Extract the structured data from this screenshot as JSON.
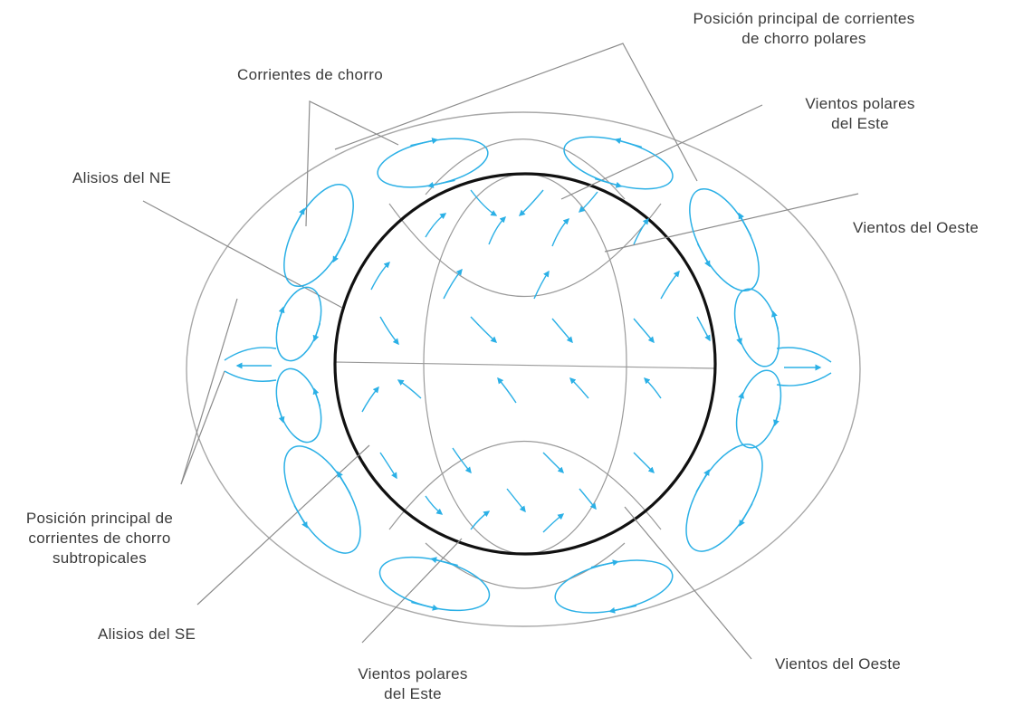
{
  "labels": {
    "polar_jet_main": [
      "Posición principal de corrientes",
      "de chorro polares"
    ],
    "jet_streams": "Corrientes de chorro",
    "polar_easterlies_top": [
      "Vientos polares",
      "del Este"
    ],
    "ne_trades": "Alisios del NE",
    "westerlies_top": "Vientos del Oeste",
    "subtropical_jet_main": [
      "Posición principal de",
      "corrientes de chorro",
      "subtropicales"
    ],
    "se_trades": "Alisios del SE",
    "polar_easterlies_bottom": [
      "Vientos polares",
      "del Este"
    ],
    "westerlies_bottom": "Vientos del Oeste"
  },
  "colors": {
    "globe_outline": "#111111",
    "grid_lines": "#9a9a9a",
    "leader_lines": "#8c8c8c",
    "wind_arrows": "#2bb0e6",
    "label_text": "#3a3a3a"
  }
}
